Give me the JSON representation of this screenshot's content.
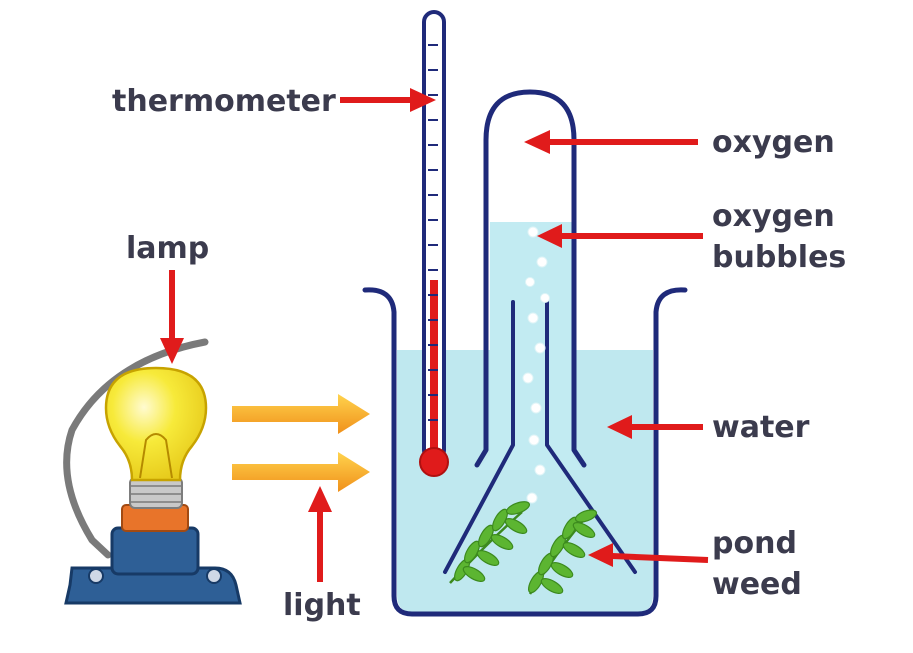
{
  "labels": {
    "thermometer": "thermometer",
    "oxygen": "oxygen",
    "oxygen_bubbles_line1": "oxygen",
    "oxygen_bubbles_line2": "bubbles",
    "lamp": "lamp",
    "water": "water",
    "pond_weed_line1": "pond",
    "pond_weed_line2": "weed",
    "light": "light"
  },
  "colors": {
    "pointer_arrow": "#e01b1b",
    "light_arrow": "#f5a623",
    "water": "#bfe8ef",
    "glass_outline": "#1f2a7a",
    "thermometer_liquid": "#e01b1b",
    "bulb": "#f4e32e",
    "lamp_base": "#2e5f96",
    "lamp_collar": "#e8742a",
    "weed": "#5cb531",
    "label_text": "#3b3b4d"
  }
}
